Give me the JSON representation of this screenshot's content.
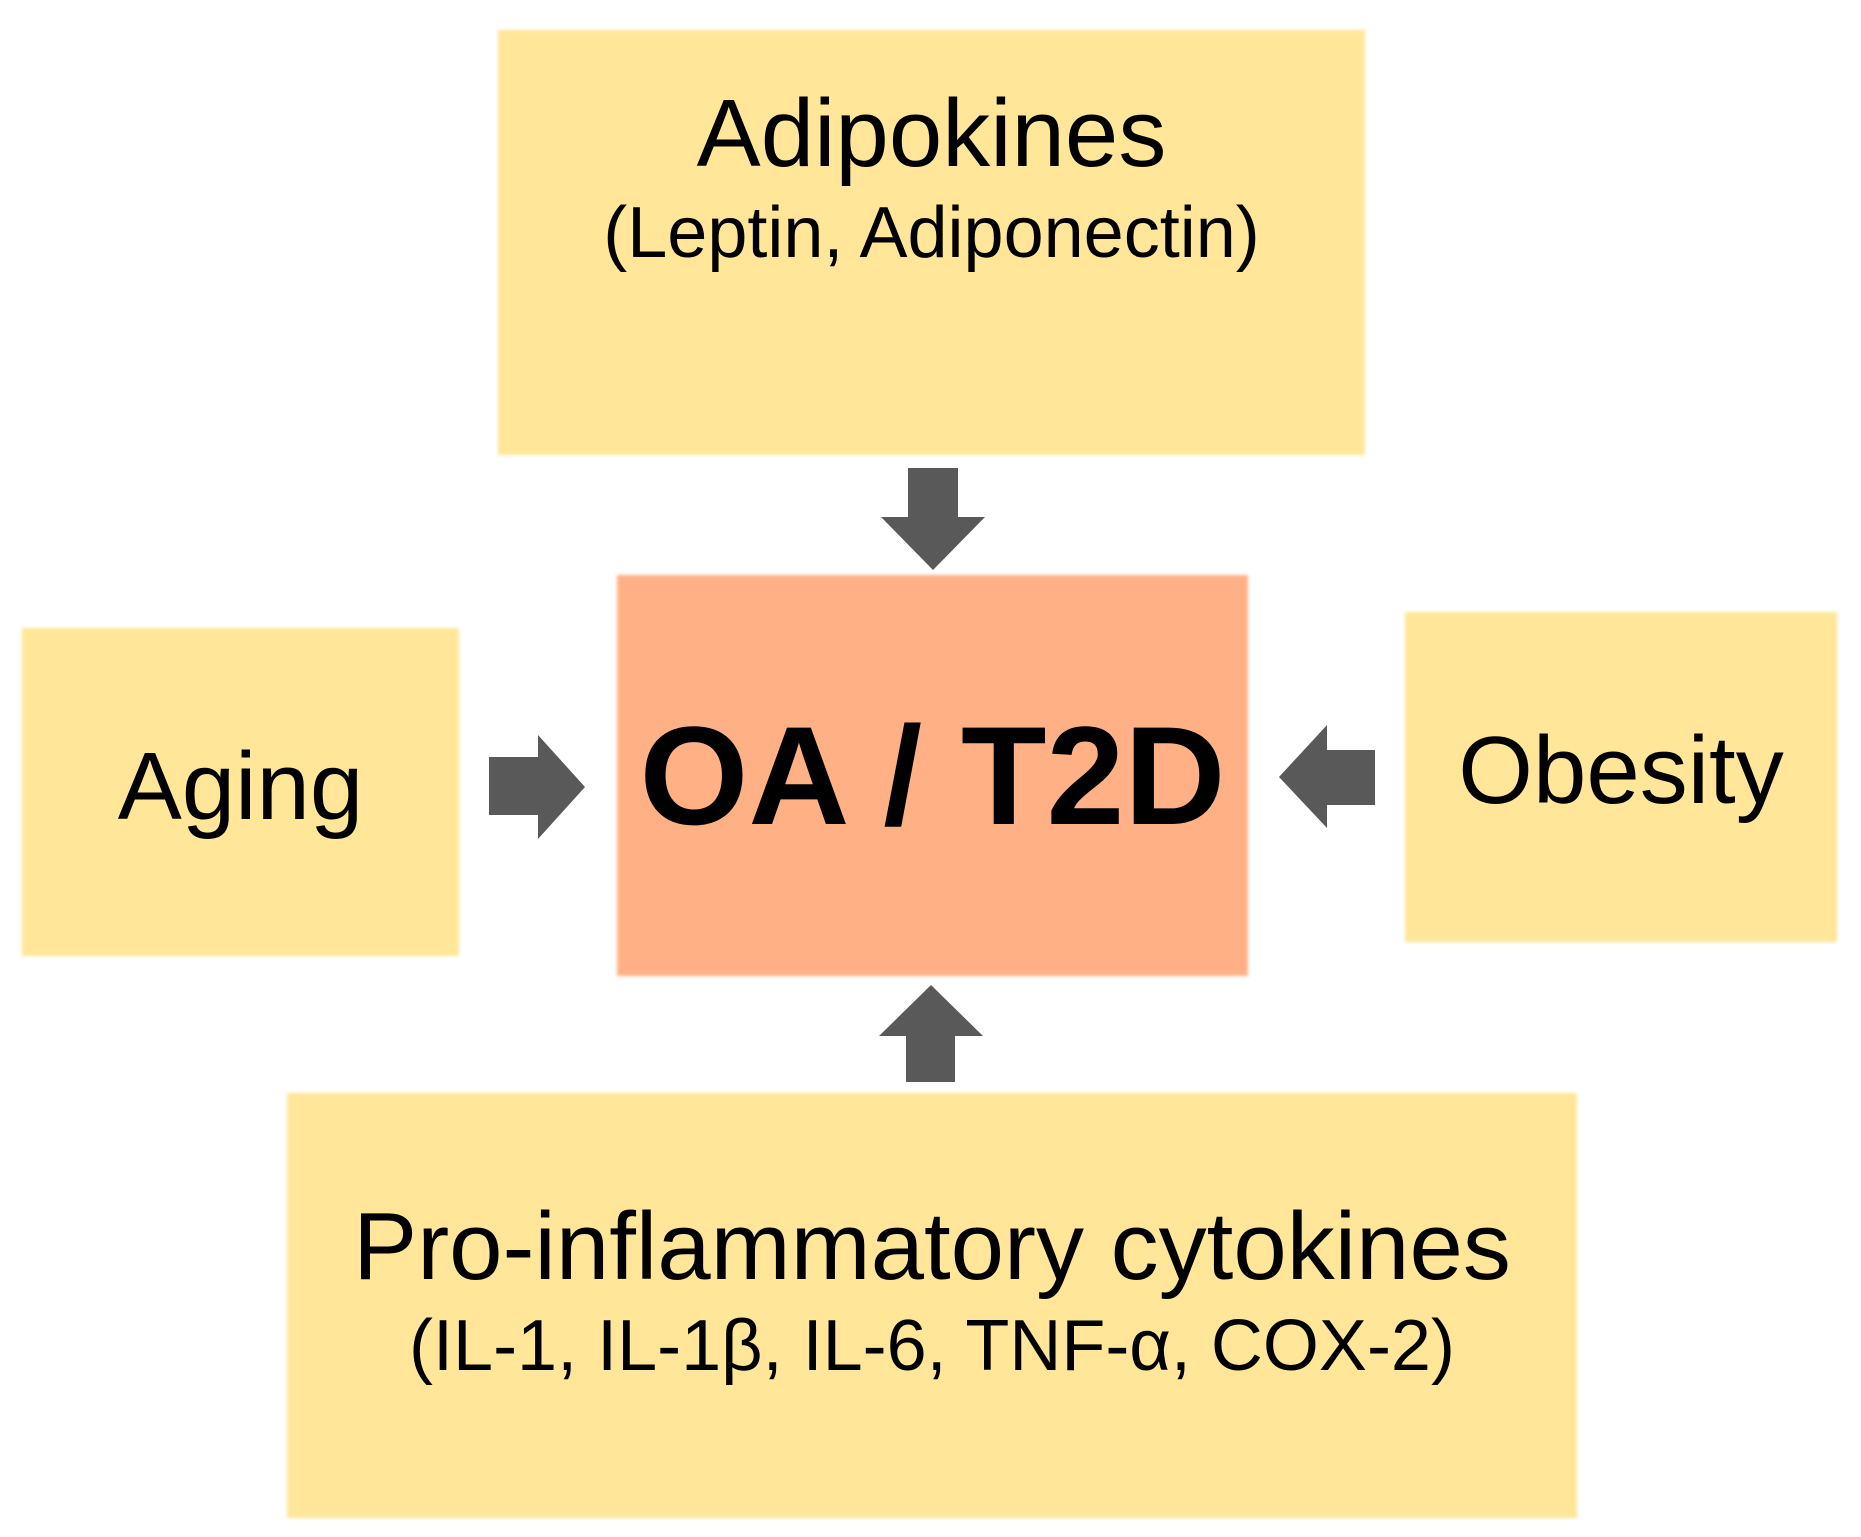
{
  "center": {
    "label": "OA / T2D"
  },
  "factors": {
    "adipokines": {
      "title": "Adipokines",
      "subtitle": "(Leptin, Adiponectin)"
    },
    "aging": {
      "title": "Aging"
    },
    "obesity": {
      "title": "Obesity"
    },
    "cytokines": {
      "title": "Pro-inflammatory cytokines",
      "subtitle": "(IL-1, IL-1β, IL-6, TNF-α, COX-2)"
    }
  },
  "colors": {
    "factor_fill": "#ffe699",
    "center_fill": "#ffb185",
    "arrow_fill": "#595959",
    "text": "#000000"
  }
}
